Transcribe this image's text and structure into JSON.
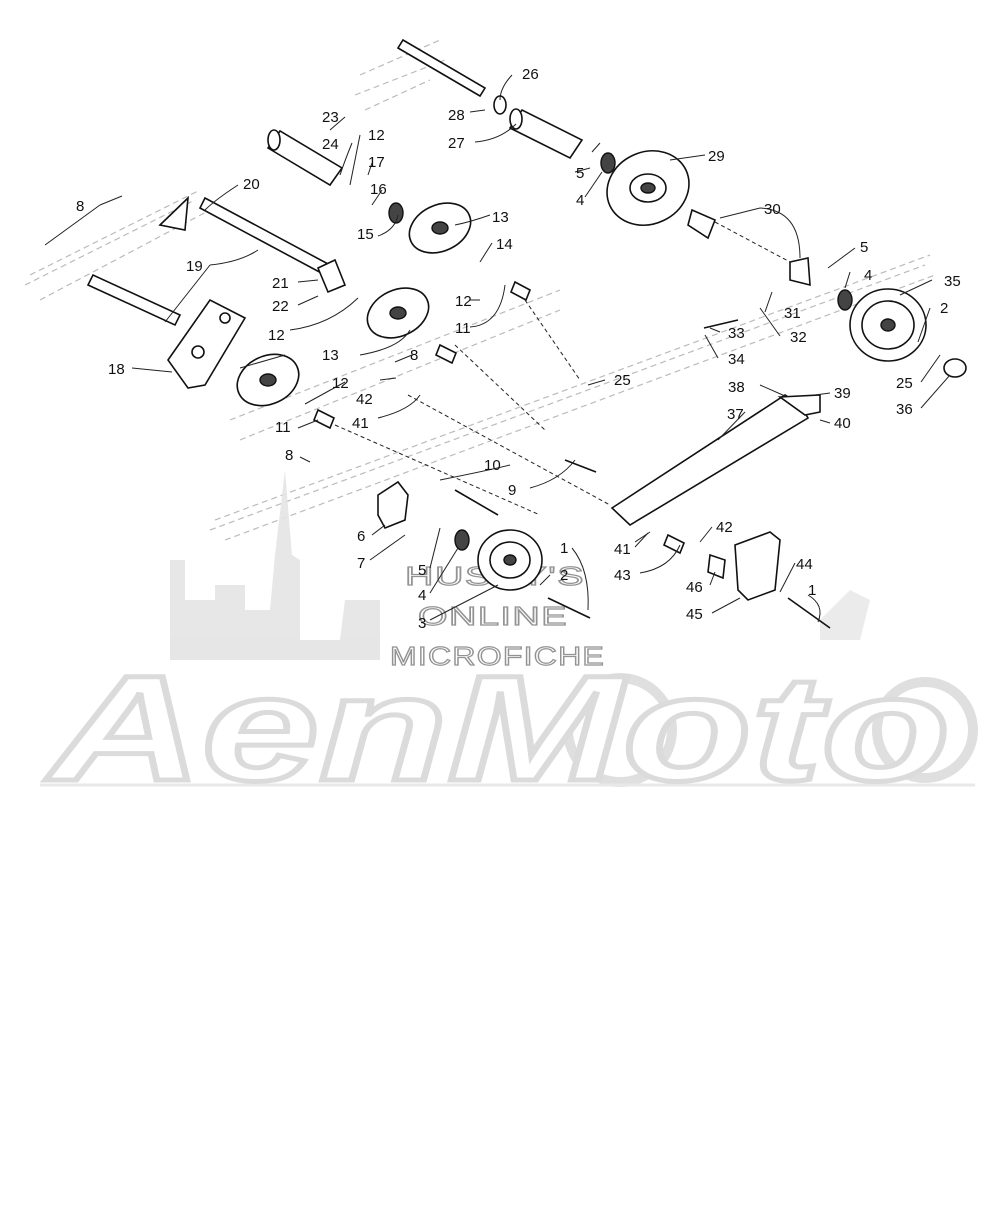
{
  "callout_labels": [
    "1",
    "2",
    "3",
    "4",
    "5",
    "6",
    "7",
    "8",
    "9",
    "10",
    "11",
    "12",
    "13",
    "14",
    "15",
    "16",
    "17",
    "18",
    "19",
    "20",
    "21",
    "22",
    "23",
    "24",
    "25",
    "26",
    "27",
    "28",
    "29",
    "30",
    "31",
    "32",
    "33",
    "34",
    "35",
    "36",
    "37",
    "38",
    "39",
    "40",
    "41",
    "42",
    "43",
    "44",
    "45",
    "46"
  ],
  "watermark": {
    "line1": "HUSKY'S",
    "line2": "ONLINE",
    "line3": "MICROFICHE",
    "logo": "АenMoto"
  }
}
